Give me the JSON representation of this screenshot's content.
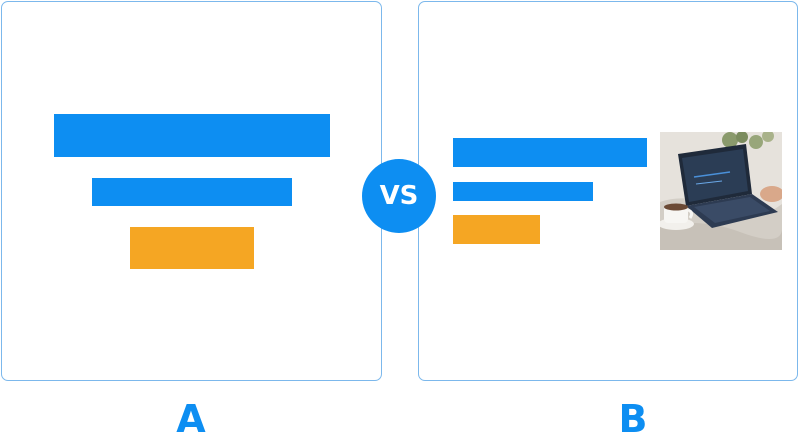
{
  "vs_label": "VS",
  "panels": [
    {
      "label": "A",
      "bars": [
        {
          "color": "blue",
          "relative_length": 1.0
        },
        {
          "color": "blue",
          "relative_length": 0.72
        },
        {
          "color": "orange",
          "relative_length": 0.45
        }
      ]
    },
    {
      "label": "B",
      "bars": [
        {
          "color": "blue",
          "relative_length": 1.0
        },
        {
          "color": "blue",
          "relative_length": 0.72
        },
        {
          "color": "orange",
          "relative_length": 0.45
        }
      ],
      "image": "laptop-and-coffee-photo"
    }
  ],
  "colors": {
    "blue": "#0d8ef2",
    "orange": "#f5a623",
    "border": "#7cb8ec"
  }
}
